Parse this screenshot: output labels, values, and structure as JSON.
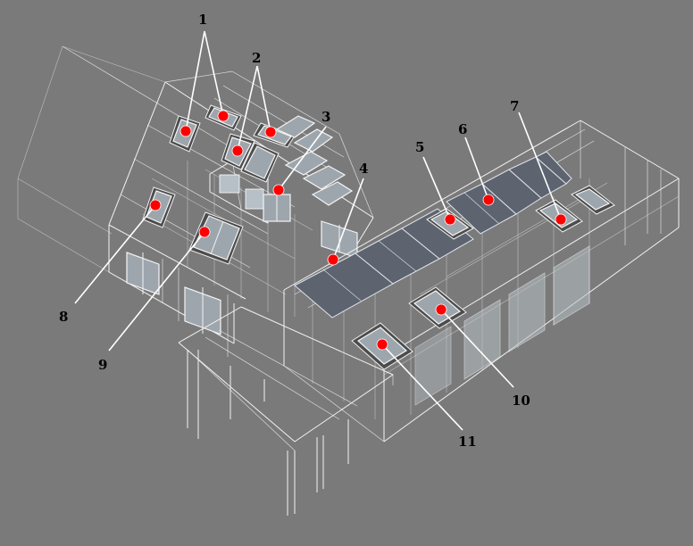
{
  "callouts": [
    {
      "id": "1",
      "label": "1"
    },
    {
      "id": "2",
      "label": "2"
    },
    {
      "id": "3",
      "label": "3"
    },
    {
      "id": "4",
      "label": "4"
    },
    {
      "id": "5",
      "label": "5"
    },
    {
      "id": "6",
      "label": "6"
    },
    {
      "id": "7",
      "label": "7"
    },
    {
      "id": "8",
      "label": "8"
    },
    {
      "id": "9",
      "label": "9"
    },
    {
      "id": "10",
      "label": "10"
    },
    {
      "id": "11",
      "label": "11"
    }
  ],
  "colors": {
    "background": "#7a7a7a",
    "marker": "#ff0000",
    "wire": "#f2f2f2",
    "text": "#000000"
  }
}
